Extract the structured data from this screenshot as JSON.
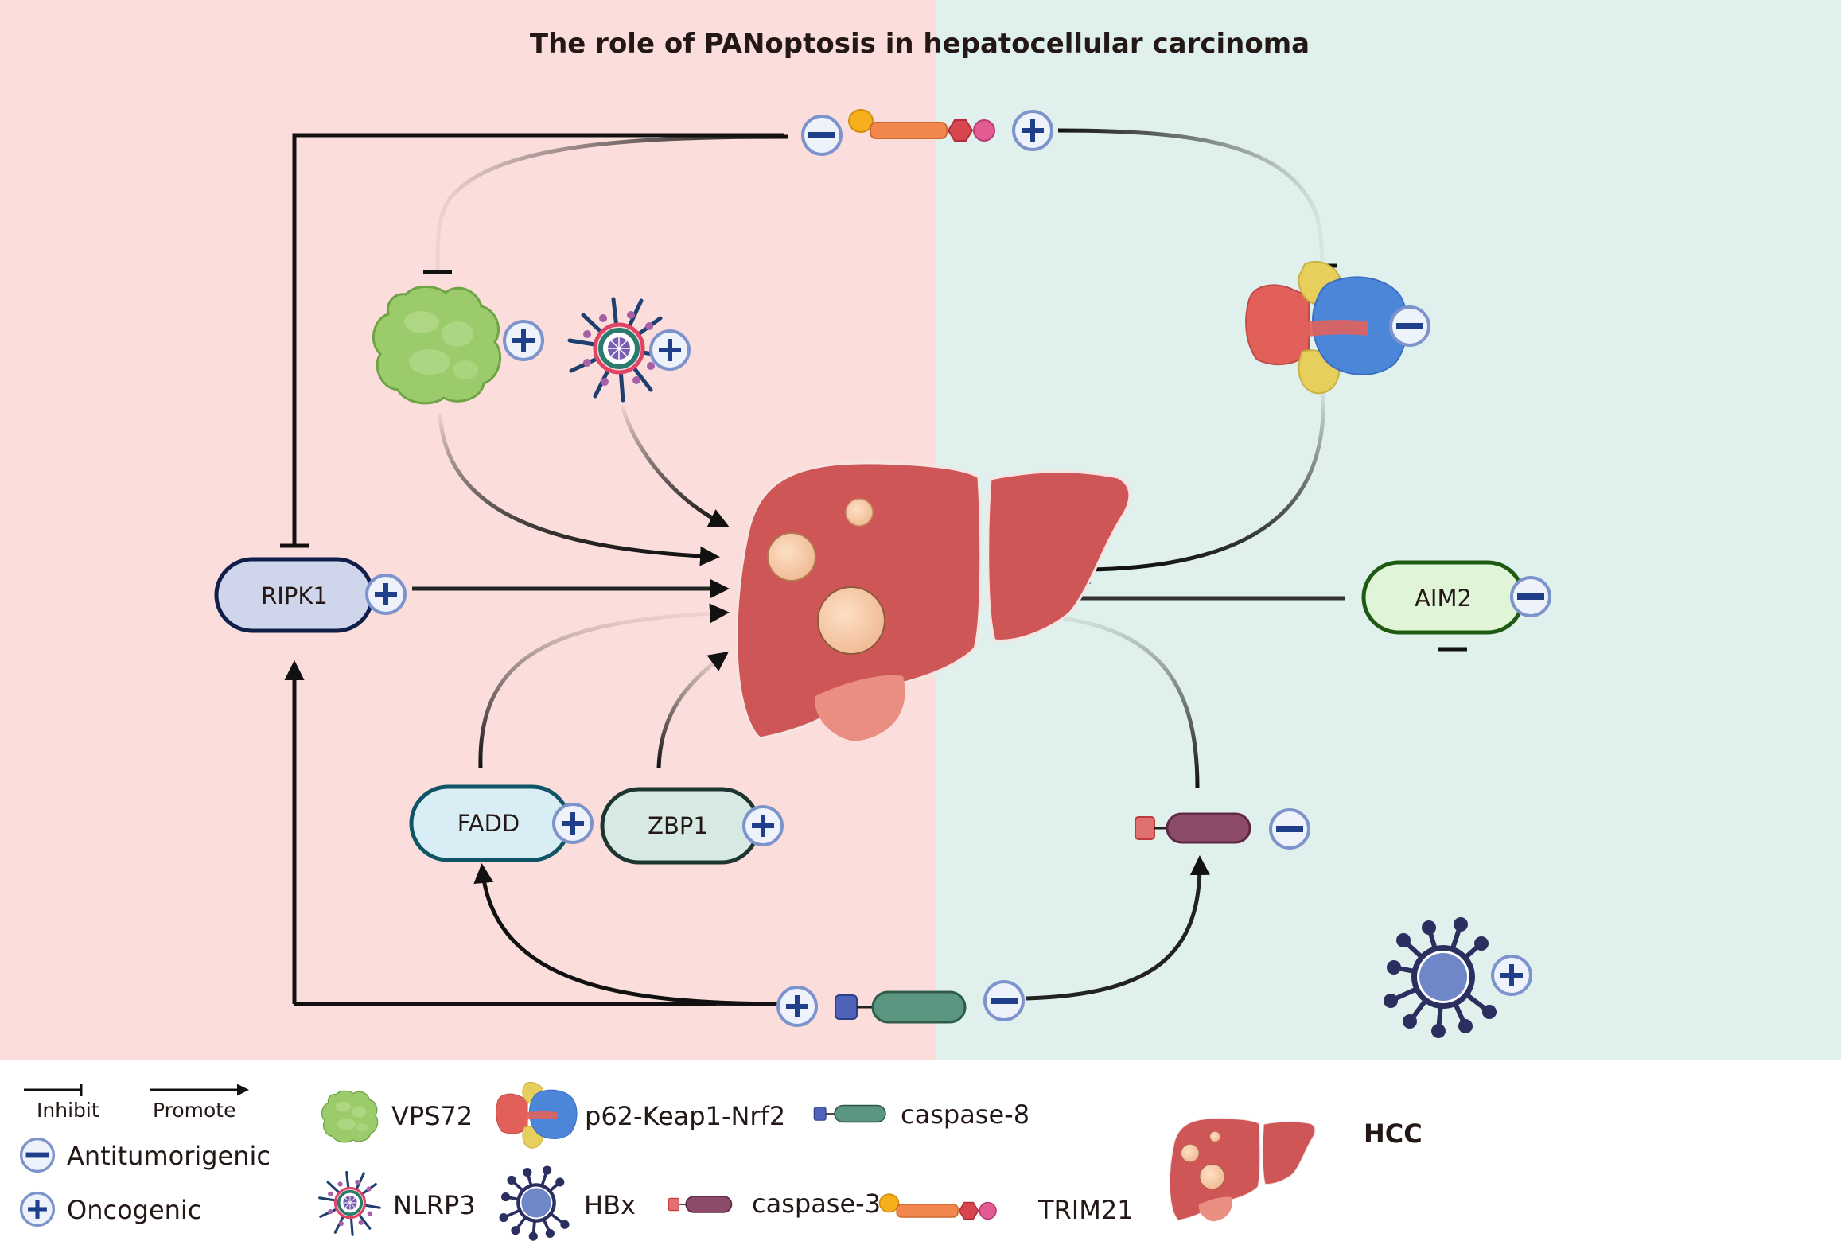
{
  "title": "The role of PANoptosis in hepatocellular carcinoma",
  "colors": {
    "left_panel": "#fbdedb",
    "right_panel": "#e0f1ed",
    "oncogenic_sign": "#1f3f8a",
    "sign_ring": "#7d93cc",
    "liver": "#cf5657",
    "tumor": "#f4c39e"
  },
  "nodes": {
    "ripk1": {
      "label": "RIPK1",
      "effect": "oncogenic"
    },
    "fadd": {
      "label": "FADD",
      "effect": "oncogenic"
    },
    "zbp1": {
      "label": "ZBP1",
      "effect": "oncogenic"
    },
    "aim2": {
      "label": "AIM2",
      "effect": "antitumorigenic"
    },
    "vps72": {
      "label": "VPS72",
      "effect": "oncogenic"
    },
    "nlrp3": {
      "label": "NLRP3",
      "effect": "oncogenic"
    },
    "p62": {
      "label": "p62-Keap1-Nrf2",
      "effect": "antitumorigenic"
    },
    "trim21": {
      "label": "TRIM21",
      "effects": [
        "antitumorigenic",
        "oncogenic"
      ]
    },
    "caspase8": {
      "label": "caspase-8",
      "effects": [
        "oncogenic",
        "antitumorigenic"
      ]
    },
    "caspase3": {
      "label": "caspase-3",
      "effect": "antitumorigenic"
    },
    "hbx": {
      "label": "HBx",
      "effect": "oncogenic"
    },
    "hcc": {
      "label": "HCC"
    }
  },
  "edges": [
    {
      "from": "TRIM21",
      "to": "RIPK1",
      "type": "inhibit"
    },
    {
      "from": "TRIM21",
      "to": "VPS72",
      "type": "inhibit"
    },
    {
      "from": "TRIM21",
      "to": "p62-Keap1-Nrf2",
      "type": "inhibit"
    },
    {
      "from": "VPS72",
      "to": "HCC",
      "type": "promote"
    },
    {
      "from": "NLRP3",
      "to": "HCC",
      "type": "promote"
    },
    {
      "from": "RIPK1",
      "to": "HCC",
      "type": "promote"
    },
    {
      "from": "FADD",
      "to": "HCC",
      "type": "promote"
    },
    {
      "from": "ZBP1",
      "to": "HCC",
      "type": "promote"
    },
    {
      "from": "p62-Keap1-Nrf2",
      "to": "HCC",
      "type": "inhibit"
    },
    {
      "from": "AIM2",
      "to": "HCC",
      "type": "inhibit"
    },
    {
      "from": "caspase-3",
      "to": "HCC",
      "type": "inhibit"
    },
    {
      "from": "HBx",
      "to": "AIM2",
      "type": "inhibit"
    },
    {
      "from": "caspase-8",
      "to": "RIPK1",
      "type": "promote"
    },
    {
      "from": "caspase-8",
      "to": "FADD",
      "type": "promote"
    },
    {
      "from": "caspase-8",
      "to": "caspase-3",
      "type": "promote"
    }
  ],
  "legend": {
    "inhibit": "Inhibit",
    "promote": "Promote",
    "antitumorigenic": "Antitumorigenic",
    "oncogenic": "Oncogenic",
    "vps72": "VPS72",
    "p62": "p62-Keap1-Nrf2",
    "caspase8": "caspase-8",
    "nlrp3": "NLRP3",
    "hbx": "HBx",
    "caspase3": "caspase-3",
    "trim21": "TRIM21",
    "hcc": "HCC"
  }
}
